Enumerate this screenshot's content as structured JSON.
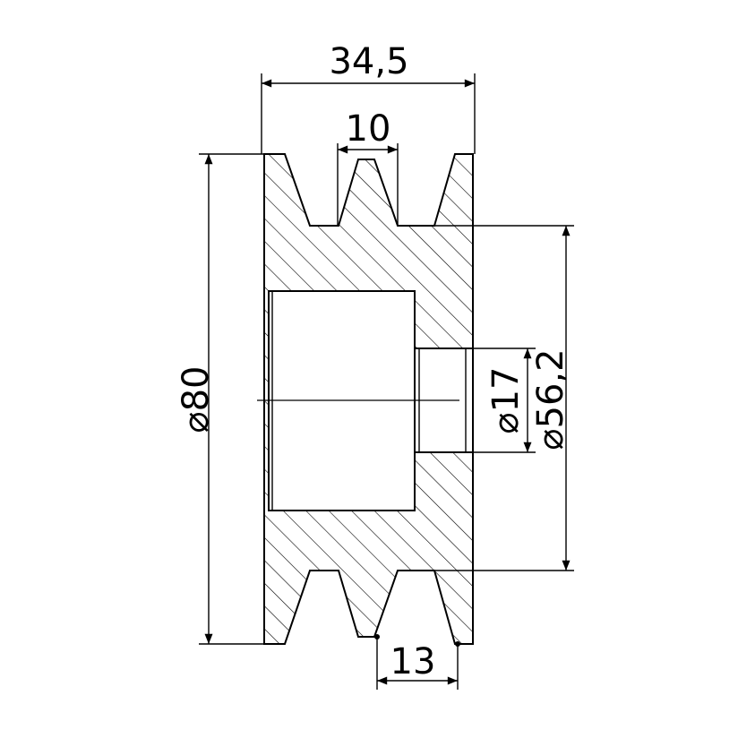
{
  "dimensions": {
    "overall_width": "34,5",
    "groove_top_width": "10",
    "outer_diameter": "⌀80",
    "groove_bottom_pitch": "13",
    "bore_diameter": "⌀17",
    "hub_diameter": "⌀56,2"
  },
  "colors": {
    "line": "#000000",
    "background": "#ffffff"
  }
}
